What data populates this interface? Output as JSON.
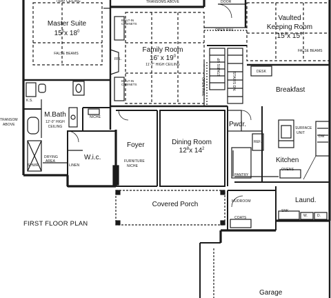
{
  "title": "FIRST FLOOR PLAN",
  "rooms": {
    "master_suite": {
      "name": "Master Suite",
      "w": "15",
      "w_sup": "5",
      "h": "18",
      "h_sup": "0"
    },
    "tray_ceiling": "TRAY CEILING",
    "false_beams_master": "FALSE BEAMS",
    "family_room": {
      "name": "Family Room",
      "w": "16",
      "h": "19",
      "h_sup": "0",
      "note": "11'-7\" HIGH CEILING"
    },
    "transoms_above_top": "TRANSOMS ABOVE",
    "built_in_cabinets_1": "BUILT-IN CABINETS",
    "built_in_cabinets_2": "BUILT-IN CABINETS",
    "fpl": "FPL.",
    "door": "DOOR",
    "open_rail_1": "OPEN RAIL",
    "open_rail_2": "OPEN RAIL",
    "stairs_up": "STAIRS UP",
    "stairs_dn": "STAIRS DN.",
    "vaulted_keeping_room": {
      "line1": "Vaulted",
      "line2": "Keeping Room",
      "w": "15",
      "w_sup": "8",
      "h": "15",
      "h_sup": "0"
    },
    "false_beams_keeping": "FALSE BEAMS",
    "desk": "DESK",
    "breakfast": "Breakfast",
    "ks": "K.S.",
    "m_bath": {
      "name": "M.Bath",
      "note1": "12'-0\" HIGH",
      "note2": "CEILING"
    },
    "transom_above_left": {
      "line1": "TRANSOM",
      "line2": "ABOVE"
    },
    "niche": "NICHE",
    "shwr": "SHWR.",
    "drying_area": {
      "line1": "DRYING",
      "line2": "AREA"
    },
    "linen": "LINEN",
    "wic": "W.i.c.",
    "foyer": "Foyer",
    "furniture_niche": {
      "line1": "FURNITURE",
      "line2": "NICHE"
    },
    "dining_room": {
      "name": "Dining Room",
      "w": "12",
      "w_sup": "8",
      "h": "14",
      "h_sup": "2"
    },
    "pwdr": "Pwdr.",
    "ref": "REF.",
    "pantry": "PANTRY",
    "kitchen": "Kitchen",
    "ovens": "OVENS",
    "surface_unit": {
      "line1": "SURFACE",
      "line2": "UNIT"
    },
    "dw": "DW",
    "covered_porch": "Covered Porch",
    "mudroom": "MUDROOM",
    "coats": "COATS",
    "laund": "Laund.",
    "snk": "SNK",
    "w_label": "W.",
    "d_label": "D.",
    "garage": "Garage"
  },
  "colors": {
    "line": "#1a1a1a",
    "background": "#ffffff"
  }
}
